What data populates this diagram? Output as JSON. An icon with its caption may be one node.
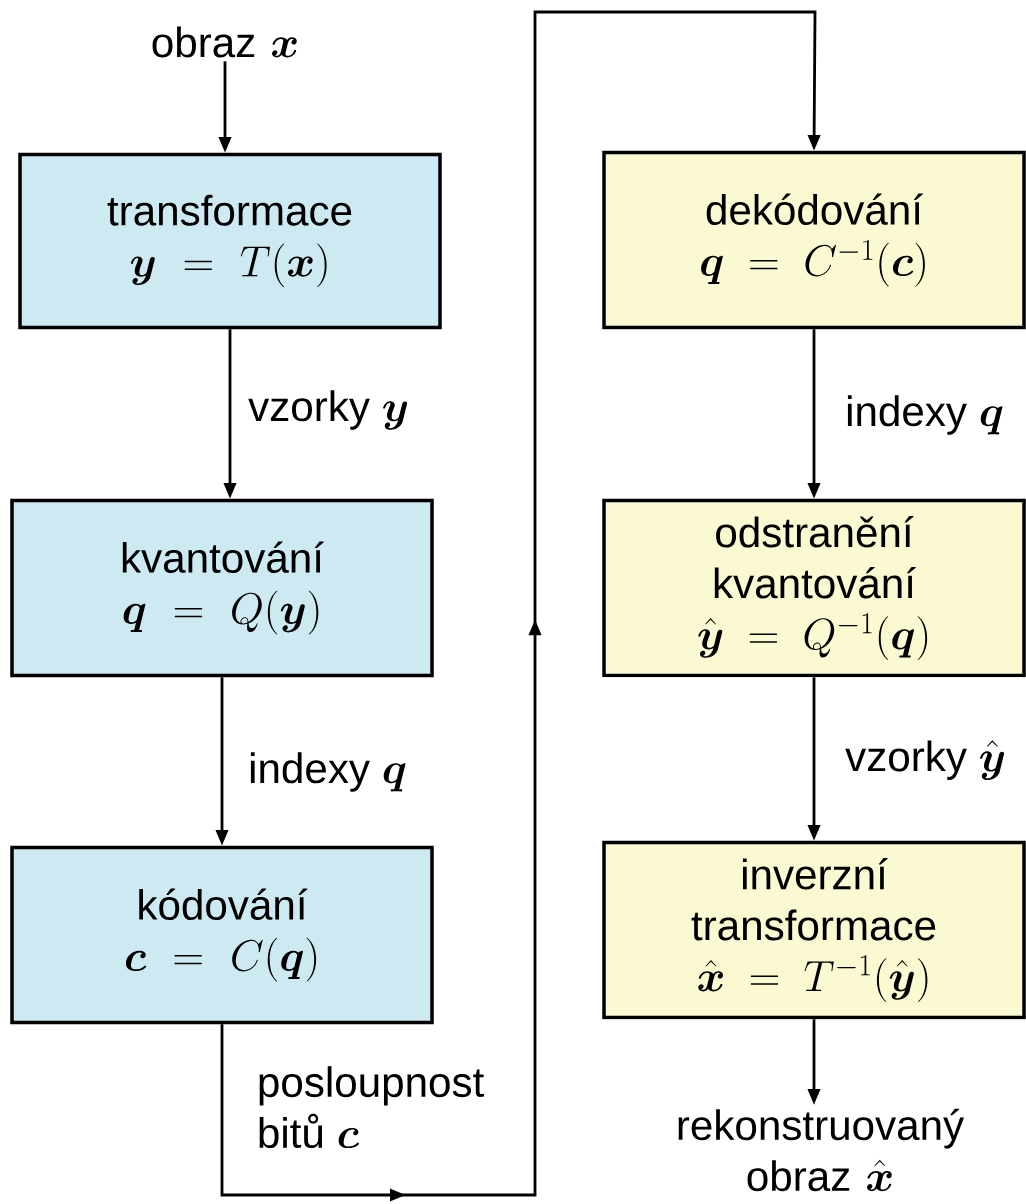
{
  "diagram": {
    "nodes": [
      {
        "text": [
          "obraz",
          "\\boldsymbol{x}"
        ]
      },
      {
        "text": [
          "transformace",
          "\\boldsymbol{y} = T(\\boldsymbol{x})"
        ]
      },
      {
        "text": [
          "kvantování",
          "\\boldsymbol{q} = Q(\\boldsymbol{y})"
        ]
      },
      {
        "text": [
          "kódování",
          "\\boldsymbol{c} = C(\\boldsymbol{q})"
        ]
      },
      {
        "text": [
          "dekódování",
          "\\boldsymbol{q} = C^{-1}(\\boldsymbol{c})"
        ]
      },
      {
        "text": [
          "odstranění kvantování",
          "\\hat{\\boldsymbol{y}} = Q^{-1}(\\boldsymbol{q})"
        ]
      },
      {
        "text": [
          "inverzní transformace",
          "\\hat{\\boldsymbol{x}} = T^{-1}(\\hat{\\boldsymbol{y}})"
        ]
      },
      {
        "text": [
          "rekonstruovaný obraz",
          "\\hat{\\boldsymbol{x}}"
        ]
      }
    ],
    "edges": [
      {
        "from": 0,
        "to": 1,
        "arrow": "to"
      },
      {
        "from": 1,
        "to": 2,
        "arrow": "to",
        "label": "\\text{vzorky } \\boldsymbol{y}"
      },
      {
        "from": 2,
        "to": 3,
        "arrow": "to",
        "label": "\\text{indexy } \\boldsymbol{q}"
      },
      {
        "from": 3,
        "to": 4,
        "arrow": "to",
        "label": "\\begin{array}{l}\\text{posloupnost}\\\\ \\text{bitů } \\boldsymbol{c}\\end{array}"
      },
      {
        "from": 4,
        "to": 5,
        "arrow": "to",
        "label": "\\text{indexy } \\boldsymbol{q}"
      },
      {
        "from": 5,
        "to": 6,
        "arrow": "to",
        "label": "\\text{vzorky } \\hat{\\boldsymbol{y}}"
      },
      {
        "from": 6,
        "to": 7,
        "arrow": "to"
      }
    ]
  }
}
